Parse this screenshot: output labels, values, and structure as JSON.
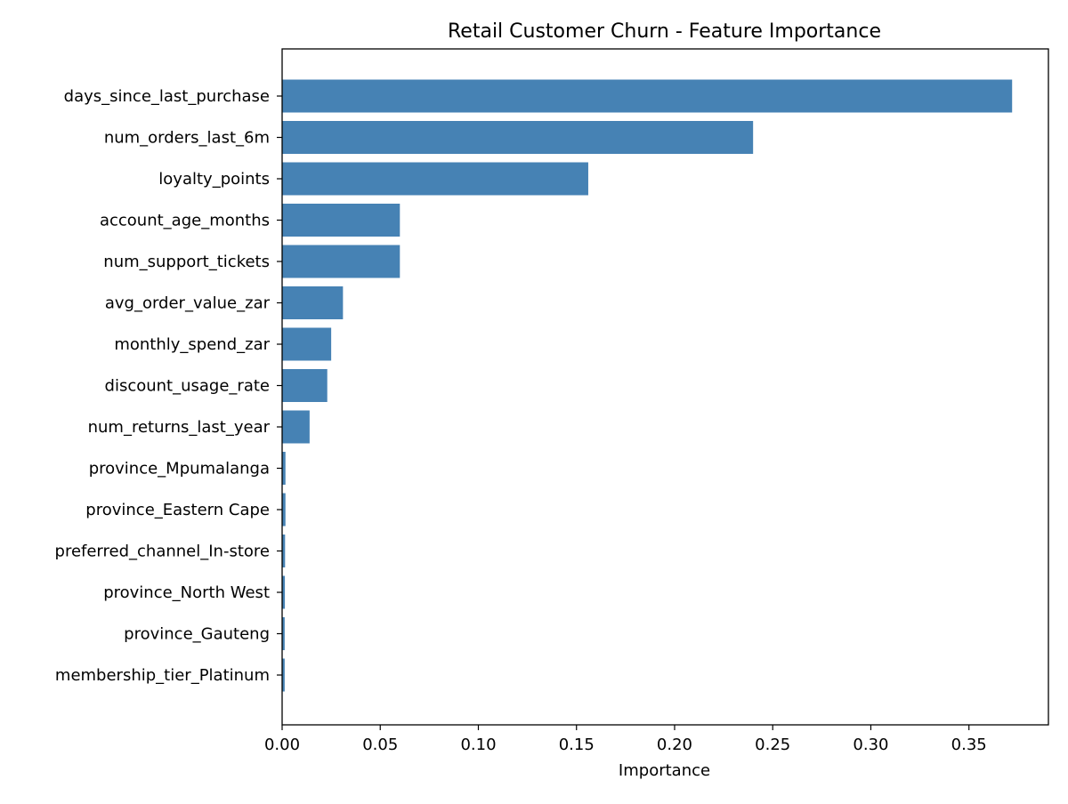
{
  "chart_data": {
    "type": "bar",
    "orientation": "horizontal",
    "title": "Retail Customer Churn - Feature Importance",
    "xlabel": "Importance",
    "ylabel": "",
    "xlim": [
      0,
      0.3905
    ],
    "xticks": [
      0.0,
      0.05,
      0.1,
      0.15,
      0.2,
      0.25,
      0.3,
      0.35
    ],
    "xtick_labels": [
      "0.00",
      "0.05",
      "0.10",
      "0.15",
      "0.20",
      "0.25",
      "0.30",
      "0.35"
    ],
    "grid": false,
    "bar_color": "#4682b4",
    "categories": [
      "days_since_last_purchase",
      "num_orders_last_6m",
      "loyalty_points",
      "account_age_months",
      "num_support_tickets",
      "avg_order_value_zar",
      "monthly_spend_zar",
      "discount_usage_rate",
      "num_returns_last_year",
      "province_Mpumalanga",
      "province_Eastern Cape",
      "preferred_channel_In-store",
      "province_North West",
      "province_Gauteng",
      "membership_tier_Platinum"
    ],
    "values": [
      0.372,
      0.24,
      0.156,
      0.06,
      0.06,
      0.031,
      0.025,
      0.023,
      0.014,
      0.0017,
      0.0017,
      0.0015,
      0.0014,
      0.0013,
      0.0013
    ]
  }
}
